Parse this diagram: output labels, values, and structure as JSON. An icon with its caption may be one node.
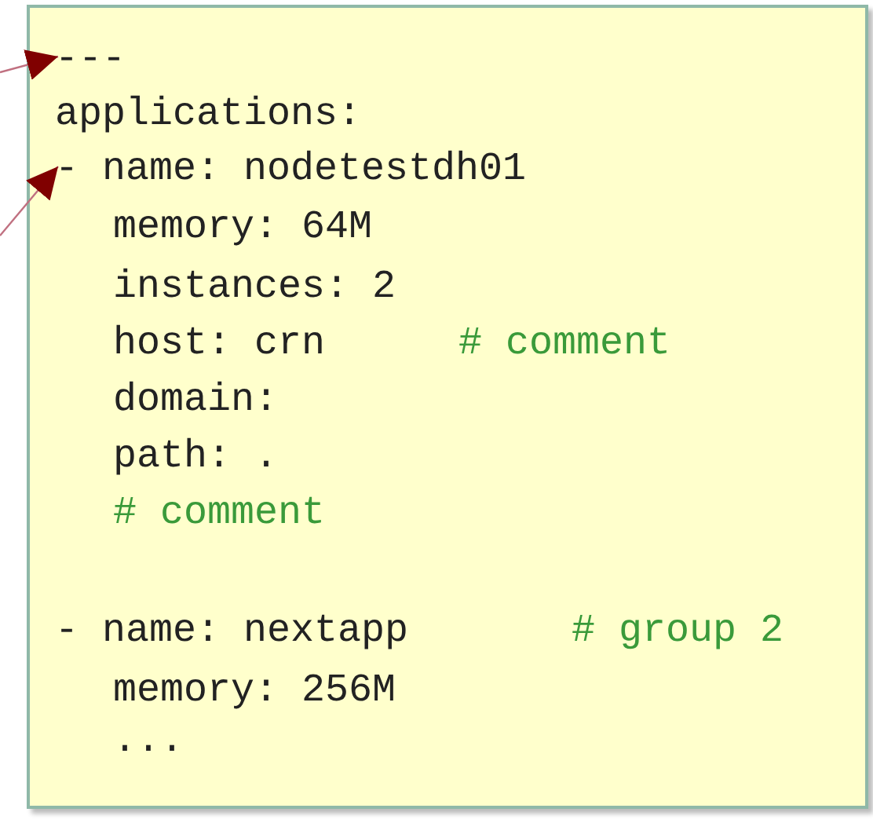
{
  "diagram": {
    "nodes": [
      {
        "text": [],
        "shape": "box"
      },
      {
        "text": [
          "---"
        ],
        "in": 0
      },
      {
        "text": [
          "- name: nodetestdh01"
        ],
        "in": 0
      }
    ],
    "edges": [
      {
        "from": null,
        "to": 1,
        "arrow": "to"
      },
      {
        "from": null,
        "to": 2,
        "arrow": "to"
      }
    ],
    "labels": [
      "applications:",
      "memory: 64M",
      "instances: 2",
      "host: crn",
      "# comment",
      "domain:",
      "path: .",
      "# comment",
      "- name: nextapp",
      "# group 2",
      "memory: 256M",
      "..."
    ]
  }
}
